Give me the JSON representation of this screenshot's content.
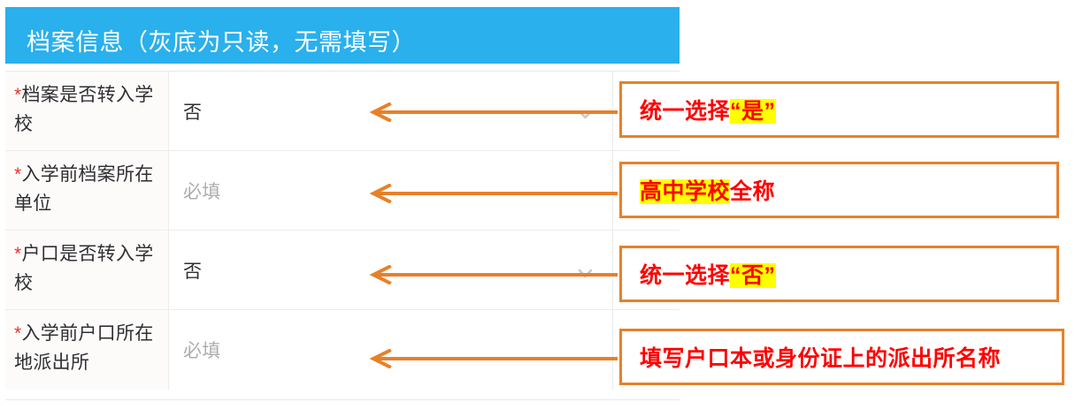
{
  "panel": {
    "header_title": "档案信息（灰底为只读，无需填写）",
    "header_color": "#29b0ed"
  },
  "table": {
    "rows": [
      {
        "label_prefix": "*",
        "label": "档案是否转入学校",
        "value": "否",
        "value_is_placeholder": false,
        "has_dropdown": true
      },
      {
        "label_prefix": "*",
        "label": "入学前档案所在单位",
        "value": "必填",
        "value_is_placeholder": true,
        "has_dropdown": false
      },
      {
        "label_prefix": "*",
        "label": "户口是否转入学校",
        "value": "否",
        "value_is_placeholder": false,
        "has_dropdown": true
      },
      {
        "label_prefix": "*",
        "label": "入学前户口所在地派出所",
        "value": "必填",
        "value_is_placeholder": true,
        "has_dropdown": false
      }
    ]
  },
  "annotations": {
    "border_color": "#e8802a",
    "text_color": "#ff0000",
    "highlight_color": "#ffff00",
    "items": [
      {
        "parts": [
          {
            "text": "统一选择",
            "highlight": false
          },
          {
            "text": "“是”",
            "highlight": true
          }
        ]
      },
      {
        "parts": [
          {
            "text": "高中学校",
            "highlight": true
          },
          {
            "text": "全称",
            "highlight": false
          }
        ]
      },
      {
        "parts": [
          {
            "text": "统一选择",
            "highlight": false
          },
          {
            "text": "“否”",
            "highlight": true
          }
        ]
      },
      {
        "parts": [
          {
            "text": "填写户口本或身份证上的派出所名称",
            "highlight": false
          }
        ]
      }
    ]
  },
  "arrows": {
    "color": "#e8802a",
    "direction": "left",
    "count": 4
  },
  "icons": {
    "chevron_down": "chevron-down-icon",
    "arrow_left": "arrow-left-icon"
  }
}
